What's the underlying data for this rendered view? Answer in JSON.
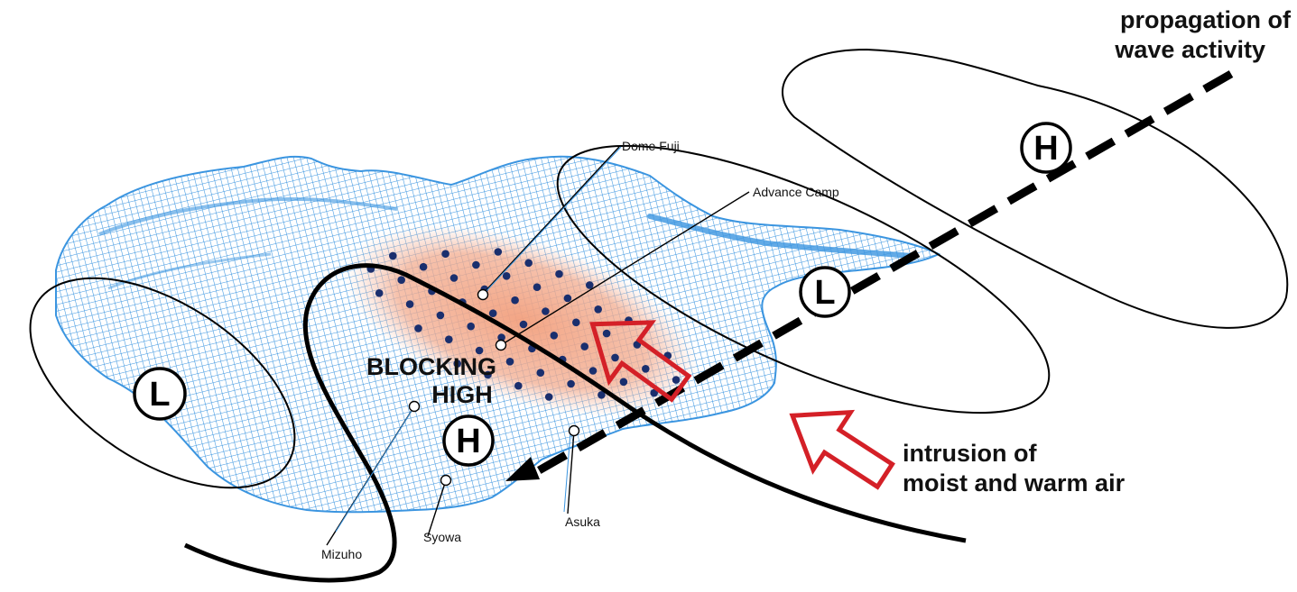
{
  "annotations": {
    "wave_line1": "propagation of",
    "wave_line2": "wave activity",
    "intrusion_line1": "intrusion of",
    "intrusion_line2": "moist and warm air",
    "blocking_line1": "BLOCKING",
    "blocking_line2": "HIGH"
  },
  "pressure_systems": {
    "high_symbol": "H",
    "low_symbol": "L"
  },
  "stations": {
    "dome_fuji": "Dome Fuji",
    "advance_camp": "Advance Camp",
    "mizuho": "Mizuho",
    "syowa": "Syowa",
    "asuka": "Asuka"
  },
  "colors": {
    "terrain": "#3b95e0",
    "warm_shading": "#f0a080",
    "moisture_dots": "#1a2f6e",
    "intrusion_arrow": "#d42027",
    "contours": "#000000"
  }
}
